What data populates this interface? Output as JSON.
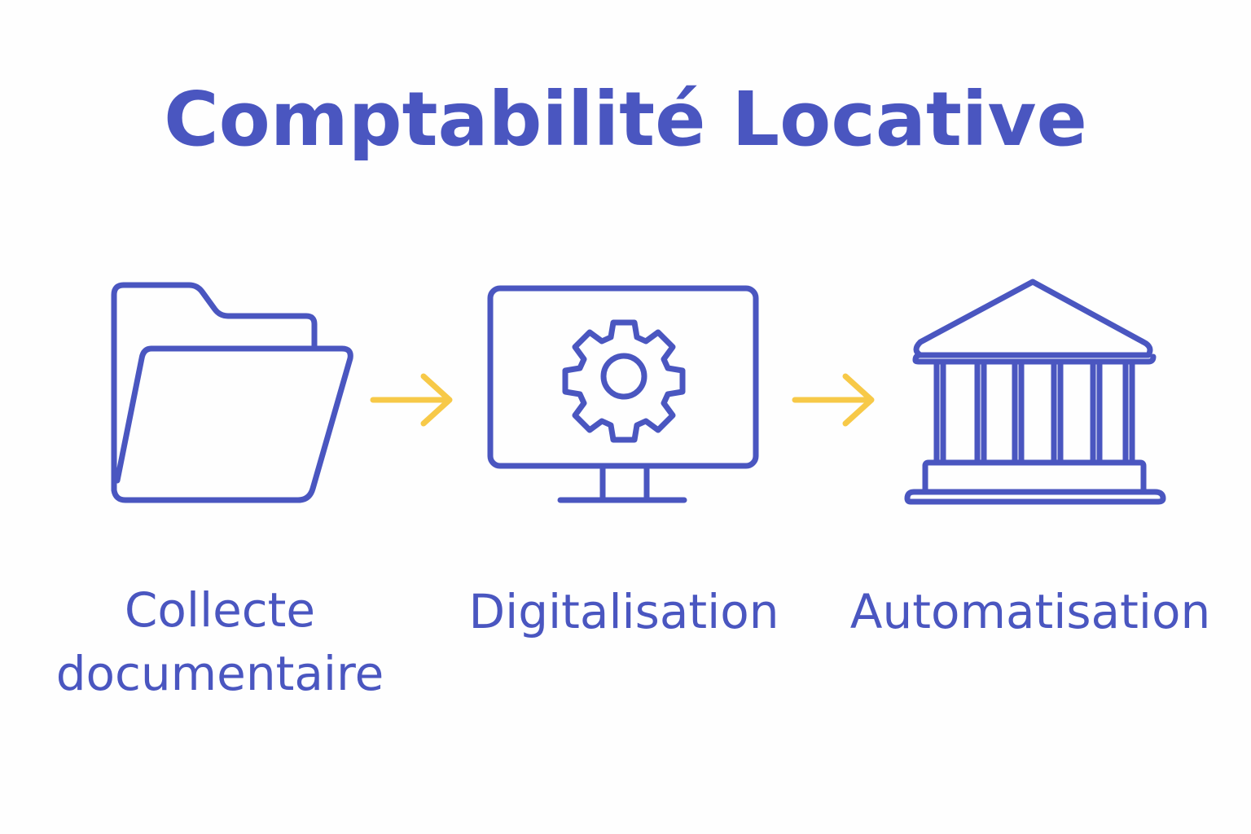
{
  "title": "Comptabilité Locative",
  "colors": {
    "primary": "#4a56c0",
    "arrow": "#f7c948",
    "background": "#fefefe"
  },
  "steps": [
    {
      "icon": "folder-icon",
      "label_line1": "Collecte",
      "label_line2": "documentaire"
    },
    {
      "icon": "computer-gear-icon",
      "label_line1": "Digitalisation",
      "label_line2": ""
    },
    {
      "icon": "bank-building-icon",
      "label_line1": "Automatisation",
      "label_line2": ""
    }
  ]
}
